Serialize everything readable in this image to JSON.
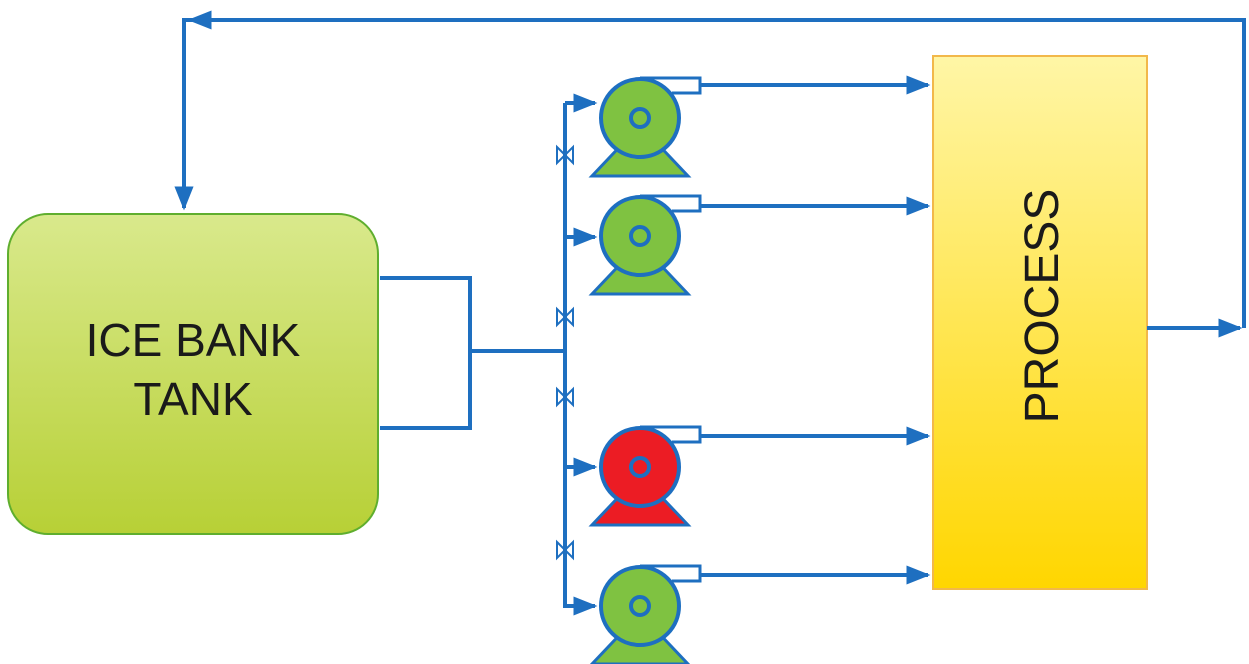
{
  "tank": {
    "line1": "ICE BANK",
    "line2": "TANK",
    "fill_top": "#d9e98c",
    "fill_bottom": "#b7d036",
    "stroke": "#5fae2e"
  },
  "process": {
    "label": "PROCESS",
    "fill_top": "#fff6a6",
    "fill_bottom": "#ffd600",
    "stroke": "#f2b84a"
  },
  "pipe_color": "#1e6fc0",
  "pumps": [
    {
      "status": "running",
      "color": "#7fc241"
    },
    {
      "status": "running",
      "color": "#7fc241"
    },
    {
      "status": "stopped",
      "color": "#ec1c24"
    },
    {
      "status": "running",
      "color": "#7fc241"
    }
  ],
  "valve_count": 4,
  "icons": [
    "arrow-icon",
    "valve-icon",
    "pump-icon"
  ]
}
